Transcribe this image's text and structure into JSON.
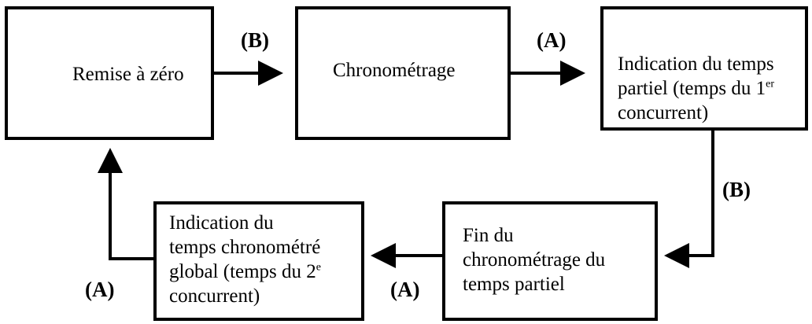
{
  "boxes": {
    "reset": {
      "text": "Remise à zéro"
    },
    "timing": {
      "text": "Chronométrage"
    },
    "partial": {
      "line1": "Indication du temps",
      "line2": "partiel (temps du 1",
      "line2_sup": "er",
      "line3": "concurrent)"
    },
    "end_partial": {
      "line1": "Fin du",
      "line2": "chronométrage du",
      "line3": "temps partiel"
    },
    "global": {
      "line1": "Indication du",
      "line2": "temps chronométré",
      "line3": "global (temps du 2",
      "line3_sup": "e",
      "line4": "concurrent)"
    }
  },
  "labels": {
    "reset_to_timing": "(B)",
    "timing_to_partial": "(A)",
    "partial_to_end": "(B)",
    "end_to_global": "(A)",
    "global_to_reset": "(A)"
  }
}
